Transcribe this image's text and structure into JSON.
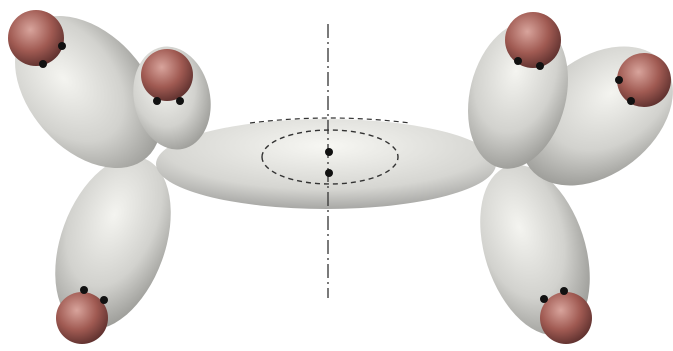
{
  "diagram": {
    "colors": {
      "background": "#ffffff",
      "lobe_light": "#f4f4f0",
      "lobe_mid": "#d2d2ce",
      "lobe_dark": "#8e8e8a",
      "atom_light": "#d8a49c",
      "atom_mid": "#a05a52",
      "atom_dark": "#5a2e2c",
      "electron_dot": "#111111",
      "axis_line": "#333333",
      "dashed_ring": "#333333"
    },
    "parts": [
      "central-bond-lobe",
      "symmetry-axis",
      "dashed-rotation-ring",
      "left-upper-outer-lobe",
      "left-upper-inner-lobe",
      "left-lower-lobe",
      "right-upper-outer-lobe",
      "right-upper-inner-lobe",
      "right-lower-lobe"
    ]
  }
}
